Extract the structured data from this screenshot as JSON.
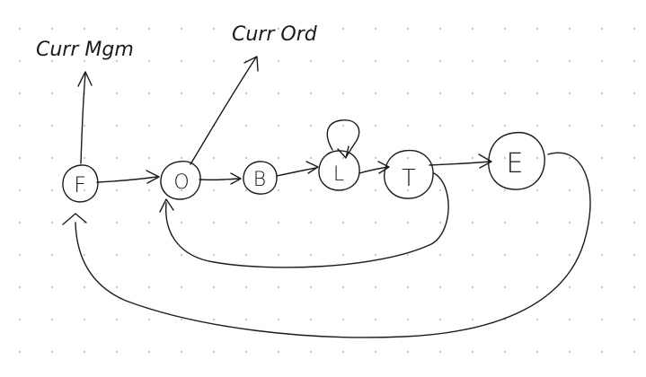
{
  "diagram": {
    "annotations": {
      "curr_mgm": "Curr Mgm",
      "curr_ord": "Curr Ord"
    },
    "nodes": [
      {
        "id": "F",
        "label": "F"
      },
      {
        "id": "O",
        "label": "O"
      },
      {
        "id": "B",
        "label": "B"
      },
      {
        "id": "L",
        "label": "L"
      },
      {
        "id": "T",
        "label": "T"
      },
      {
        "id": "E",
        "label": "E"
      }
    ],
    "colors": {
      "ink": "#1b1b1b",
      "background": "#ffffff",
      "grid_dot": "#c8c8c8"
    }
  }
}
